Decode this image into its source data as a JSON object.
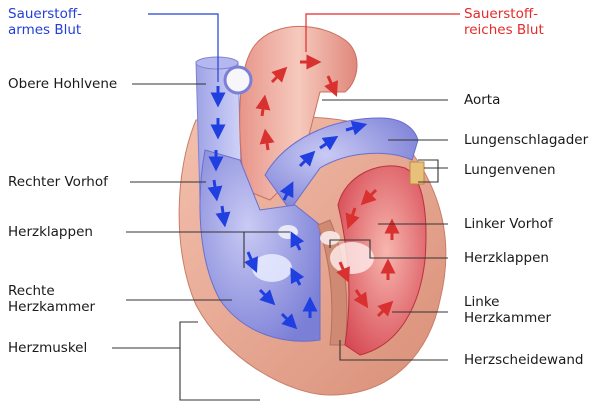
{
  "legend": {
    "oxygen_poor": {
      "text": "Sauerstoff-\narmes Blut",
      "color": "#2340d6"
    },
    "oxygen_rich": {
      "text": "Sauerstoff-\nreiches Blut",
      "color": "#e52b2b"
    }
  },
  "labels": {
    "obere_hohlvene": "Obere Hohlvene",
    "rechter_vorhof": "Rechter Vorhof",
    "herzklappen_left": "Herzklappen",
    "rechte_herzkammer": "Rechte\nHerzkammer",
    "herzmuskel": "Herzmuskel",
    "aorta": "Aorta",
    "lungenschlagader": "Lungenschlagader",
    "lungenvenen": "Lungenvenen",
    "linker_vorhof": "Linker Vorhof",
    "herzklappen_right": "Herzklappen",
    "linke_herzkammer": "Linke\nHerzkammer",
    "herzscheidewand": "Herzscheidewand"
  },
  "colors": {
    "arrow_blue": "#1f3fe0",
    "arrow_red": "#d93030",
    "heart_outer": "#e9a08c",
    "blue_chamber": "#8c8ee0",
    "red_chamber": "#e0505a",
    "leader_line": "#333333"
  }
}
